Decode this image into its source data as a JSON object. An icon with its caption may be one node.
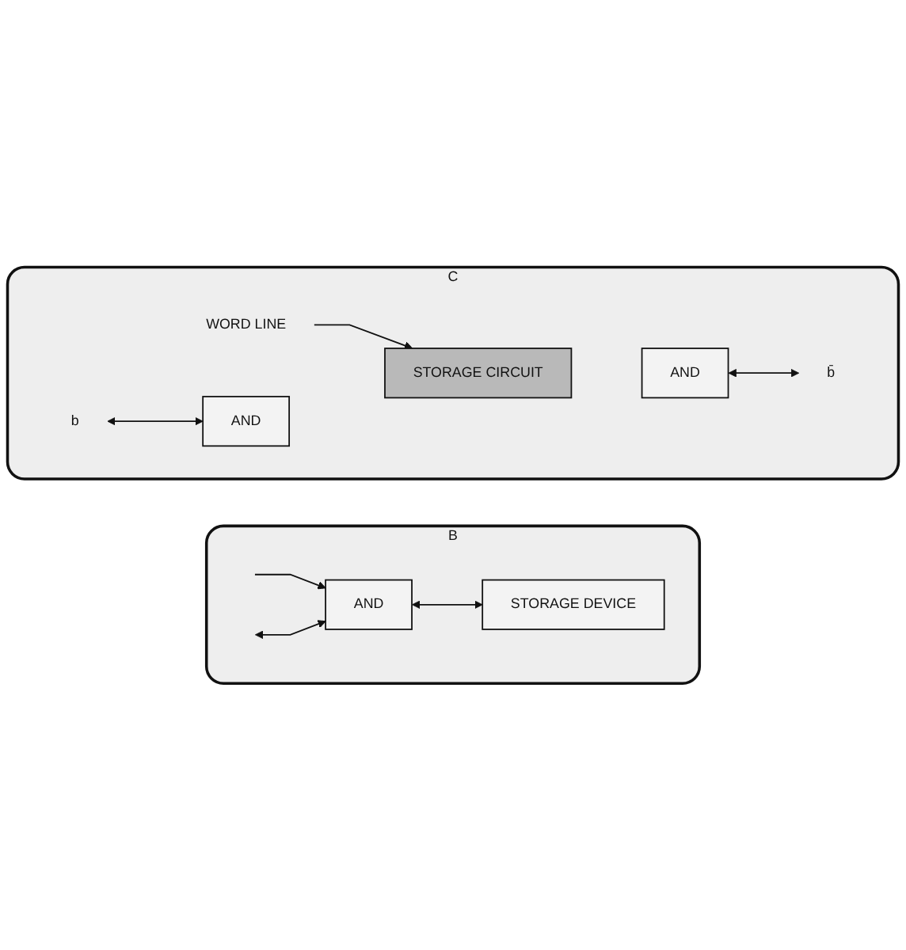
{
  "diagram": {
    "nodes": [
      {
        "text": [
          "B"
        ]
      },
      {
        "text": [
          "AND"
        ],
        "in": 0
      },
      {
        "text": [
          "STORAGE DEVICE"
        ],
        "in": 0
      },
      {
        "text": [
          "C"
        ]
      },
      {
        "text": [
          "WORD LINE"
        ],
        "in": 3
      },
      {
        "text": [
          "b"
        ],
        "in": 3
      },
      {
        "text": [
          "AND"
        ],
        "in": 3
      },
      {
        "text": [
          "STORAGE CIRCUIT"
        ],
        "in": 3
      },
      {
        "text": [
          "AND"
        ],
        "in": 3
      },
      {
        "text": [
          "b̄"
        ],
        "in": 3
      }
    ],
    "edges": [
      {
        "from": null,
        "to": 1,
        "arrow": "to"
      },
      {
        "from": null,
        "to": 1,
        "arrow": "both"
      },
      {
        "from": 1,
        "to": 2,
        "arrow": "both"
      },
      {
        "from": 4,
        "to": 7,
        "arrow": "to"
      },
      {
        "from": 5,
        "to": 6,
        "arrow": "both"
      },
      {
        "from": 8,
        "to": 9,
        "arrow": "both"
      }
    ]
  }
}
